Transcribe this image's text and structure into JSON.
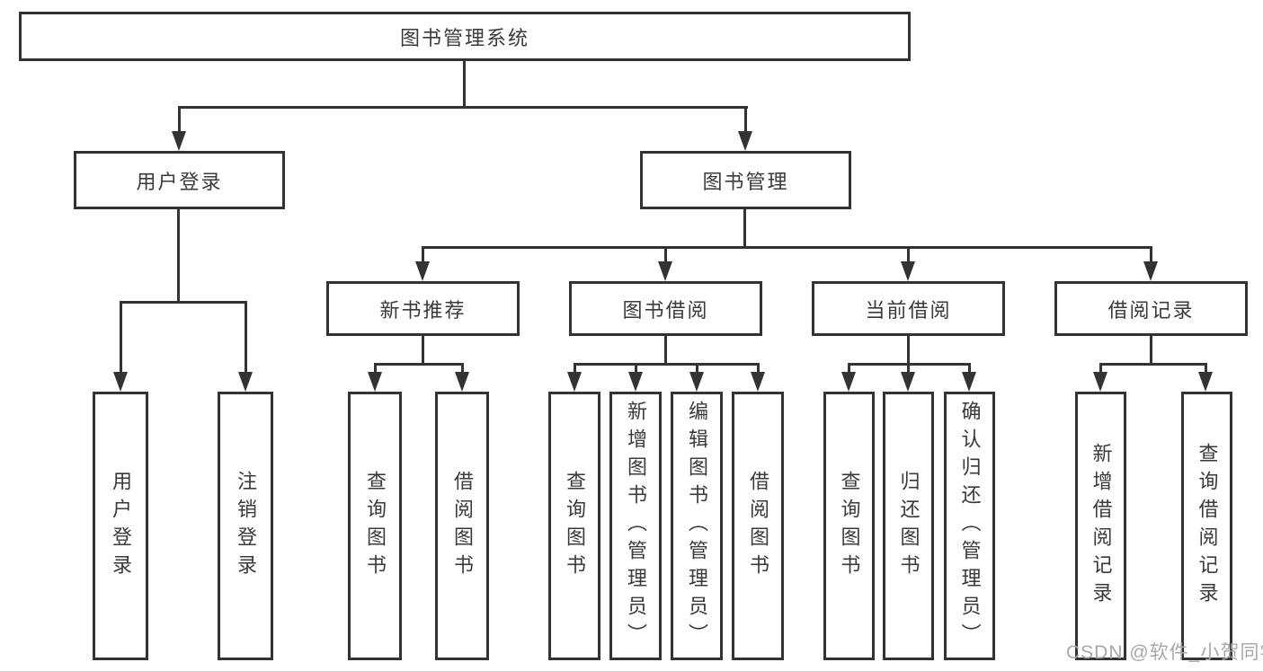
{
  "diagram": {
    "title": "图书管理系统",
    "watermark": "CSDN @软件_小贺同学",
    "colors": {
      "line": "#333333",
      "background": "#ffffff",
      "text": "#3a3a3a",
      "watermark": "#a8a8a8"
    },
    "nodes": {
      "root": "图书管理系统",
      "user_login": "用户登录",
      "book_mgmt": "图书管理",
      "new_book_rec": "新书推荐",
      "book_borrow": "图书借阅",
      "current_borrow": "当前借阅",
      "borrow_record": "借阅记录",
      "leaf_user_login": "用户登录",
      "leaf_logout": "注销登录",
      "rec_query": "查询图书",
      "rec_borrow": "借阅图书",
      "bor_query": "查询图书",
      "bor_add": "新增图书（管理员）",
      "bor_edit": "编辑图书（管理员）",
      "bor_borrow": "借阅图书",
      "cur_query": "查询图书",
      "cur_return": "归还图书",
      "cur_confirm": "确认归还（管理员）",
      "record_add": "新增借阅记录",
      "record_query": "查询借阅记录"
    },
    "hierarchy": {
      "图书管理系统": {
        "用户登录": [
          "用户登录",
          "注销登录"
        ],
        "图书管理": {
          "新书推荐": [
            "查询图书",
            "借阅图书"
          ],
          "图书借阅": [
            "查询图书",
            "新增图书（管理员）",
            "编辑图书（管理员）",
            "借阅图书"
          ],
          "当前借阅": [
            "查询图书",
            "归还图书",
            "确认归还（管理员）"
          ],
          "借阅记录": [
            "新增借阅记录",
            "查询借阅记录"
          ]
        }
      }
    }
  }
}
